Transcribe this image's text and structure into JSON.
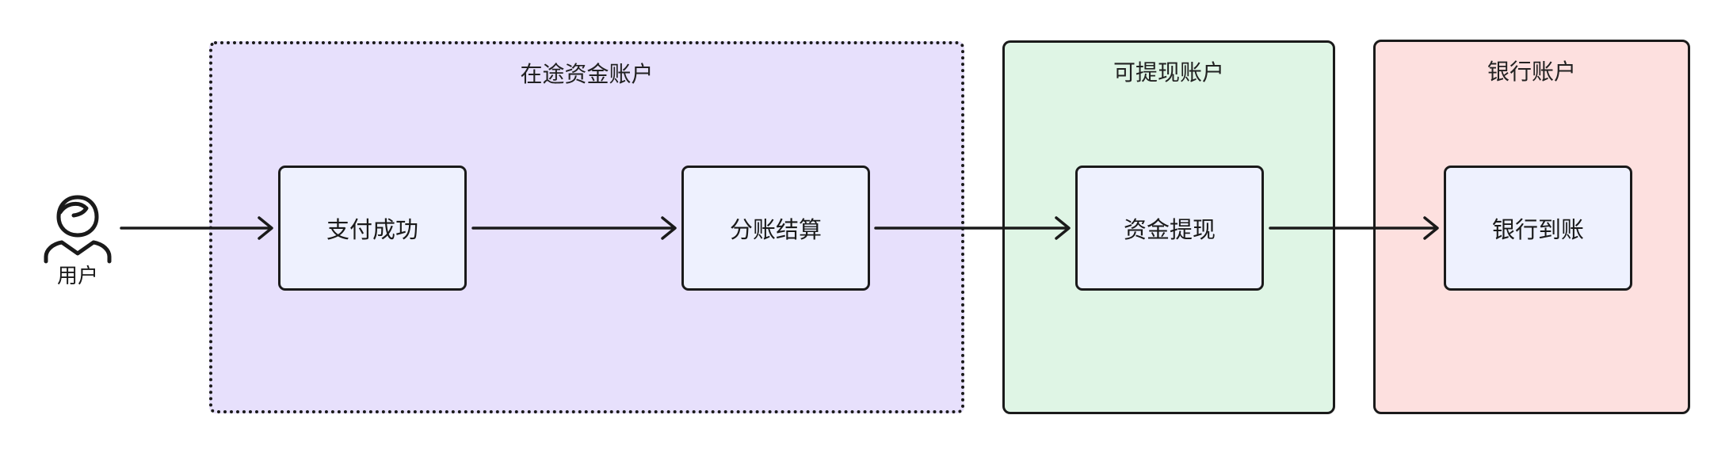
{
  "actor": {
    "icon": "user-icon",
    "label": "用户"
  },
  "zones": {
    "transit": {
      "title": "在途资金账户"
    },
    "withdrawable": {
      "title": "可提现账户"
    },
    "bank": {
      "title": "银行账户"
    }
  },
  "nodes": {
    "pay_success": "支付成功",
    "split_settlement": "分账结算",
    "fund_withdrawal": "资金提现",
    "bank_arrival": "银行到账"
  },
  "colors": {
    "transit_zone": "#e7e0fc",
    "withdrawable_zone": "#dff5e5",
    "bank_zone": "#fde0df",
    "node_fill": "#eef1fe",
    "stroke": "#1a1a1a"
  }
}
